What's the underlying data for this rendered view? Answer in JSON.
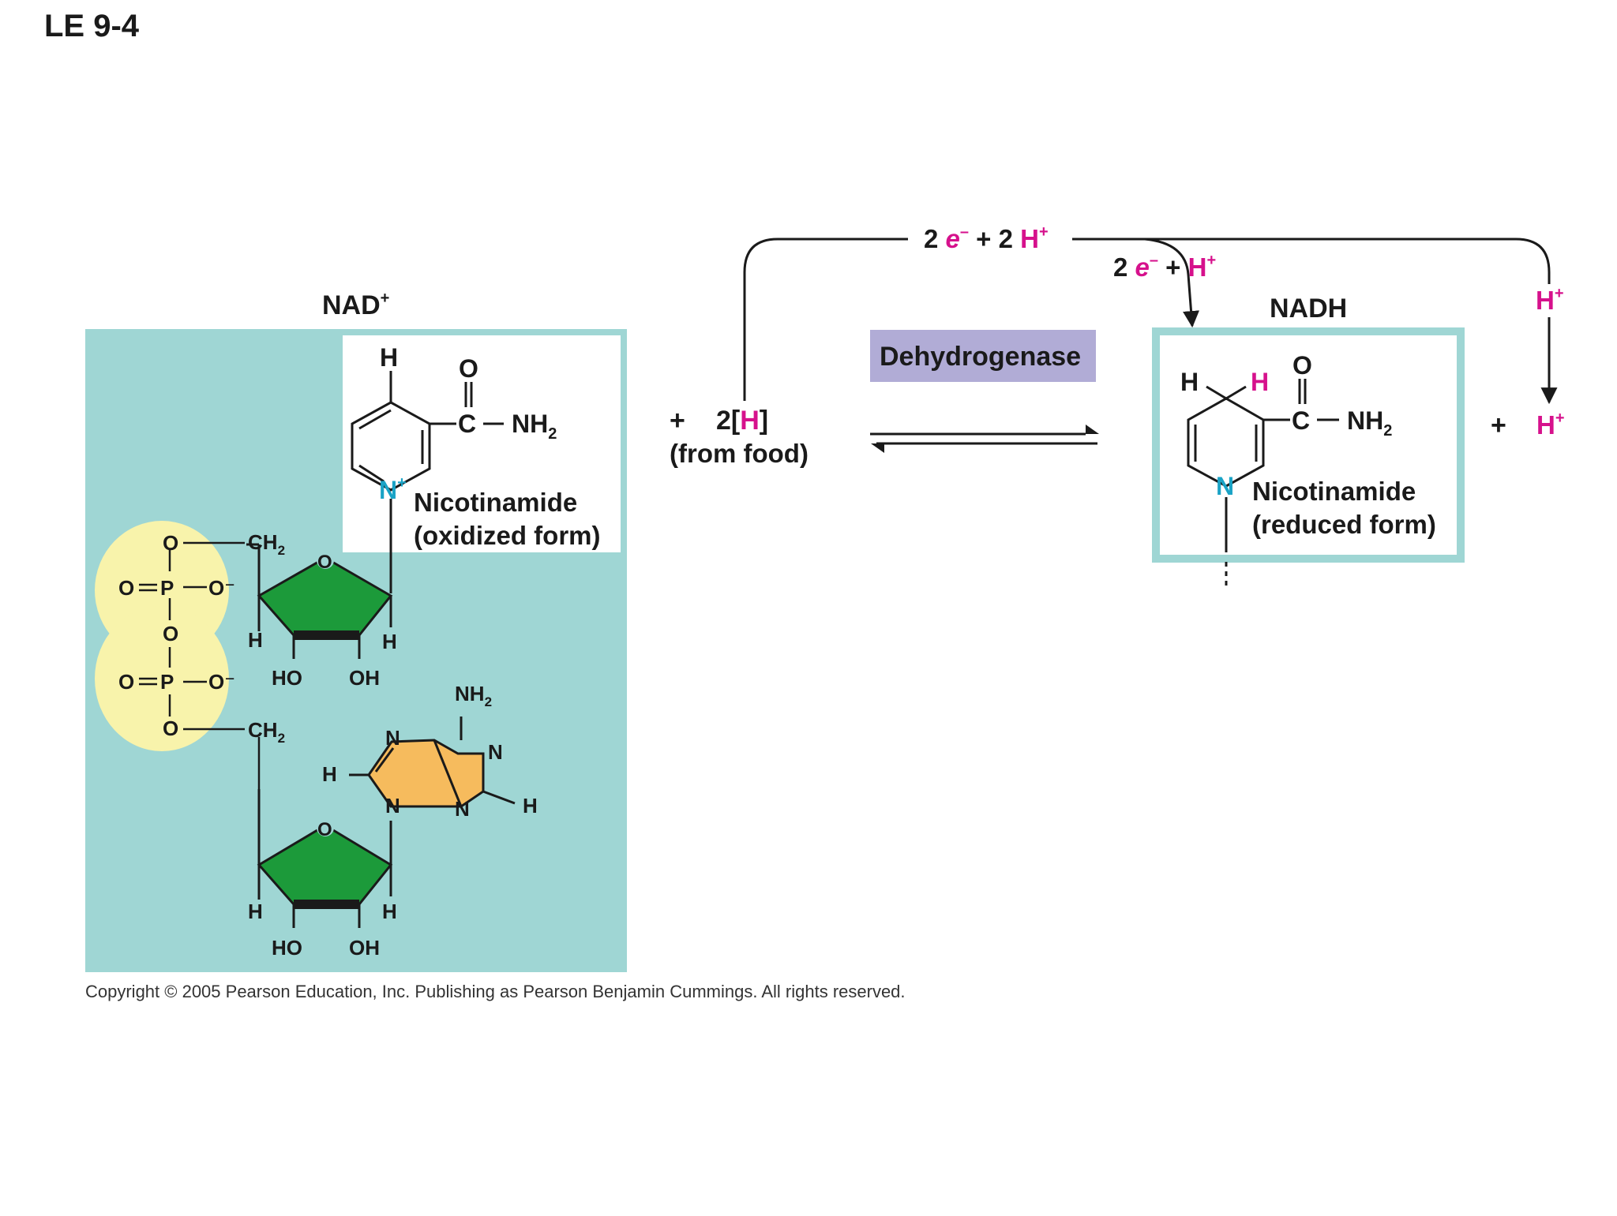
{
  "figure_label": "LE 9-4",
  "colors": {
    "panel": "#9fd6d4",
    "yellow": "#f8f3ab",
    "green": "#1c9a3a",
    "orange": "#f6bb5d",
    "magenta": "#d6118c",
    "cyan": "#1aa3c6",
    "enzyme_box": "#b1acd6",
    "ink": "#1a1a1a"
  },
  "nad": {
    "title": "NAD",
    "charge": "+",
    "nicotinamide_line1": "Nicotinamide",
    "nicotinamide_line2": "(oxidized form)",
    "ring_n": "N",
    "atoms": {
      "H": "H",
      "O": "O",
      "C": "C",
      "NH": "NH",
      "sub2": "2",
      "CH": "CH",
      "P": "P",
      "Ominus": "O⁻",
      "HO": "HO",
      "OH": "OH",
      "N": "N"
    }
  },
  "reactant": {
    "plus": "+",
    "coef": "2[",
    "h": "H",
    "close": "]",
    "source": "(from food)"
  },
  "enzyme": "Dehydrogenase",
  "transfer": {
    "top_2": "2",
    "top_e": "e",
    "top_minus": "–",
    "top_plus": " + 2 ",
    "top_H": "H",
    "top_charge": "+",
    "mid_2": "2",
    "mid_e": "e",
    "mid_minus": "–",
    "mid_plus": " + ",
    "mid_H": "H",
    "mid_charge": "+",
    "right_H": "H",
    "right_charge": "+"
  },
  "nadh": {
    "title": "NADH",
    "nicotinamide_line1": "Nicotinamide",
    "nicotinamide_line2": "(reduced form)",
    "ring_n": "N",
    "added_h": "H"
  },
  "product": {
    "plus": "+",
    "h": "H",
    "charge": "+"
  },
  "copyright": "Copyright ©  2005 Pearson Education, Inc. Publishing as Pearson Benjamin Cummings. All rights reserved."
}
